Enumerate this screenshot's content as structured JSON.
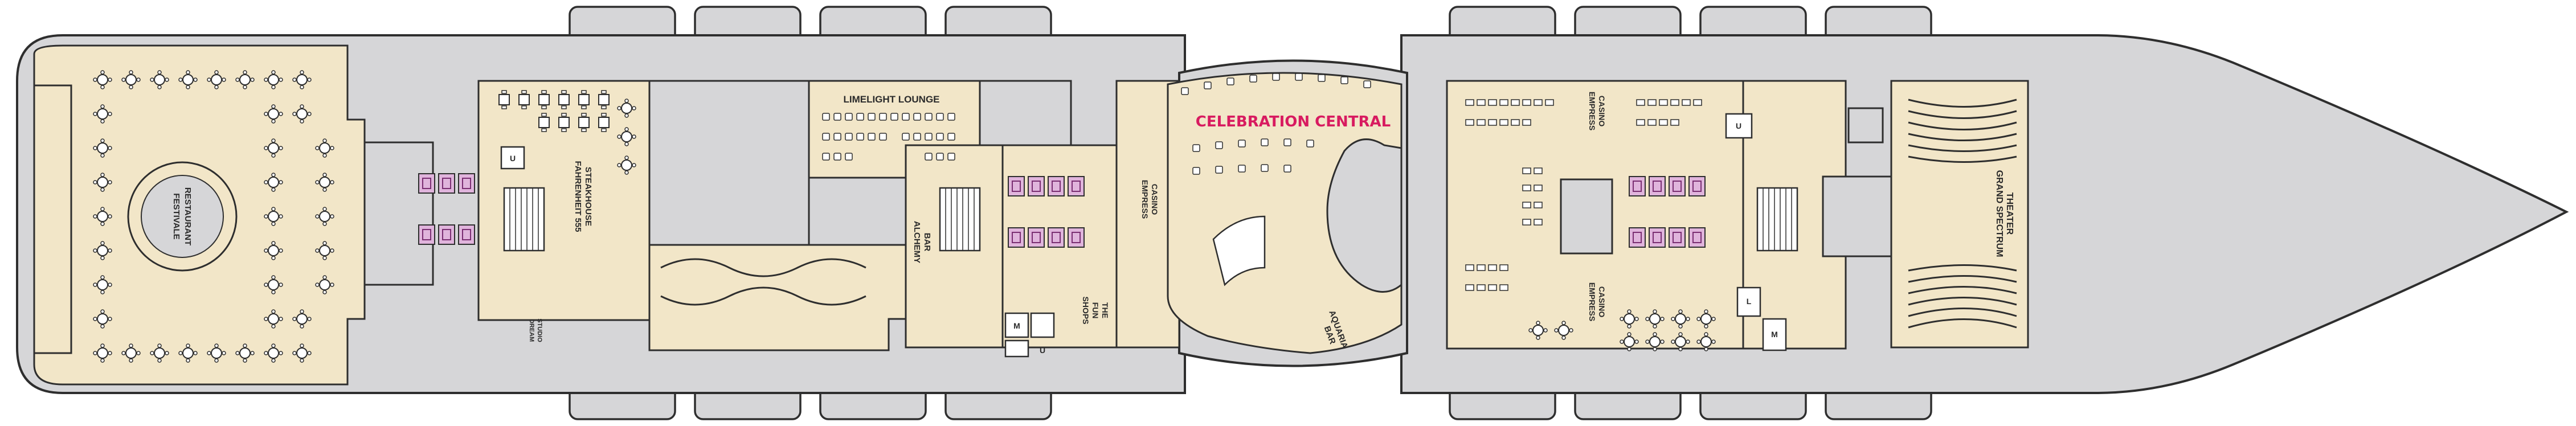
{
  "deck_plan": {
    "colors": {
      "hull": "#d6d6d8",
      "public": "#f2e6c8",
      "line": "#2e2e2e",
      "pink": "#e0b4dc",
      "feature": "#d81b60"
    },
    "labels": {
      "festivale_1": "FESTIVALE",
      "festivale_2": "RESTAURANT",
      "fahrenheit_1": "FAHRENHEIT 555",
      "fahrenheit_2": "STEAKHOUSE",
      "dream_1": "DREAM",
      "dream_2": "STUDIO",
      "limelight": "LIMELIGHT LOUNGE",
      "alchemy_1": "ALCHEMY",
      "alchemy_2": "BAR",
      "empress_a_1": "EMPRESS",
      "empress_a_2": "CASINO",
      "fun_1": "THE",
      "fun_2": "FUN",
      "fun_3": "SHOPS",
      "celebration": "CELEBRATION CENTRAL",
      "aqua_1": "AQUARIA",
      "aqua_2": "BAR",
      "empress_b_1": "EMPRESS",
      "empress_b_2": "CASINO",
      "empress_c_1": "EMPRESS",
      "empress_c_2": "CASINO",
      "grand_1": "GRAND SPECTRUM",
      "grand_2": "THEATER",
      "u1": "U",
      "u2": "U",
      "u3": "U",
      "m1": "M",
      "m2": "M",
      "l1": "L"
    }
  }
}
